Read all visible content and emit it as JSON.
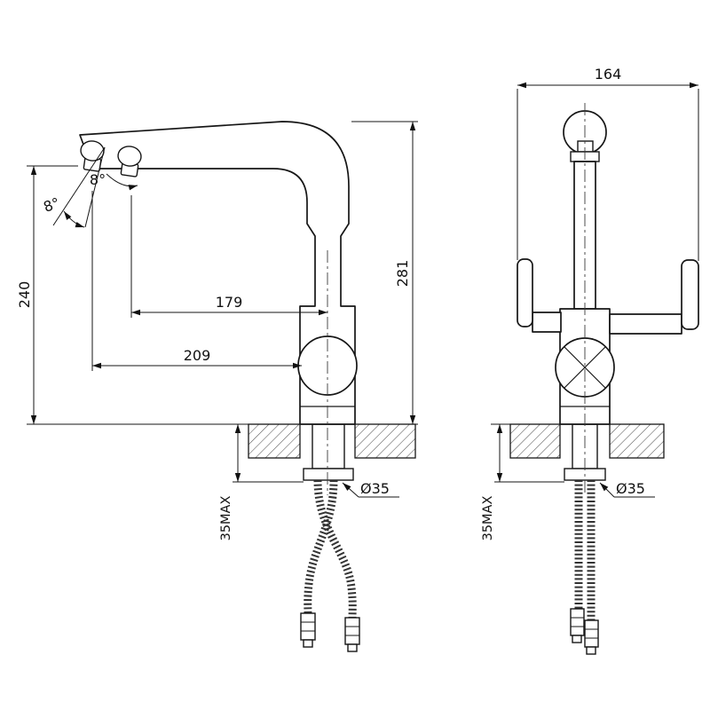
{
  "page": {
    "background": "#ffffff",
    "line_color": "#161616"
  },
  "drawing": {
    "type": "technical-drawing",
    "subject": "kitchen-faucet-two-view-dimension-drawing",
    "side_view": {
      "height_to_spout_top": "281",
      "height_to_outlet": "240",
      "reach_to_filter_outlet": "179",
      "reach_to_main_outlet": "209",
      "tip_angle": "8°",
      "outlet_angle": "8°",
      "mount_hole_diameter": "Ø35",
      "max_deck_thickness": "35MAX"
    },
    "front_view": {
      "overall_width": "164",
      "mount_hole_diameter": "Ø35",
      "max_deck_thickness": "35MAX"
    }
  }
}
